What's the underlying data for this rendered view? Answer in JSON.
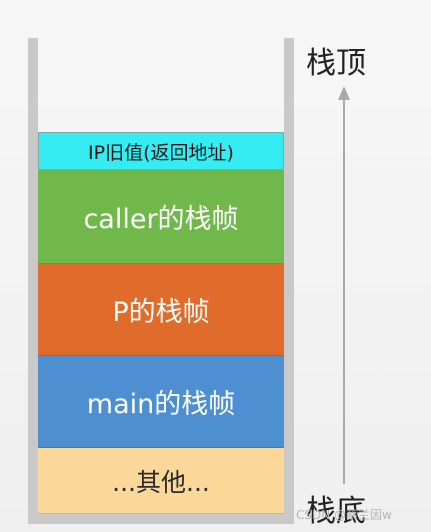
{
  "stack": {
    "frames": [
      {
        "label": "IP旧值(返回地址)",
        "color": "#35ecf2"
      },
      {
        "label": "caller的栈帧",
        "color": "#70b849"
      },
      {
        "label": "P的栈帧",
        "color": "#e06c2c"
      },
      {
        "label": "main的栈帧",
        "color": "#4e8fd1"
      },
      {
        "label": "...其他...",
        "color": "#fcd79a"
      }
    ]
  },
  "labels": {
    "top": "栈顶",
    "bottom": "栈底"
  },
  "watermark": "CSDN @蔡兰因w",
  "icons": {
    "arrow": "arrow-up-icon"
  }
}
